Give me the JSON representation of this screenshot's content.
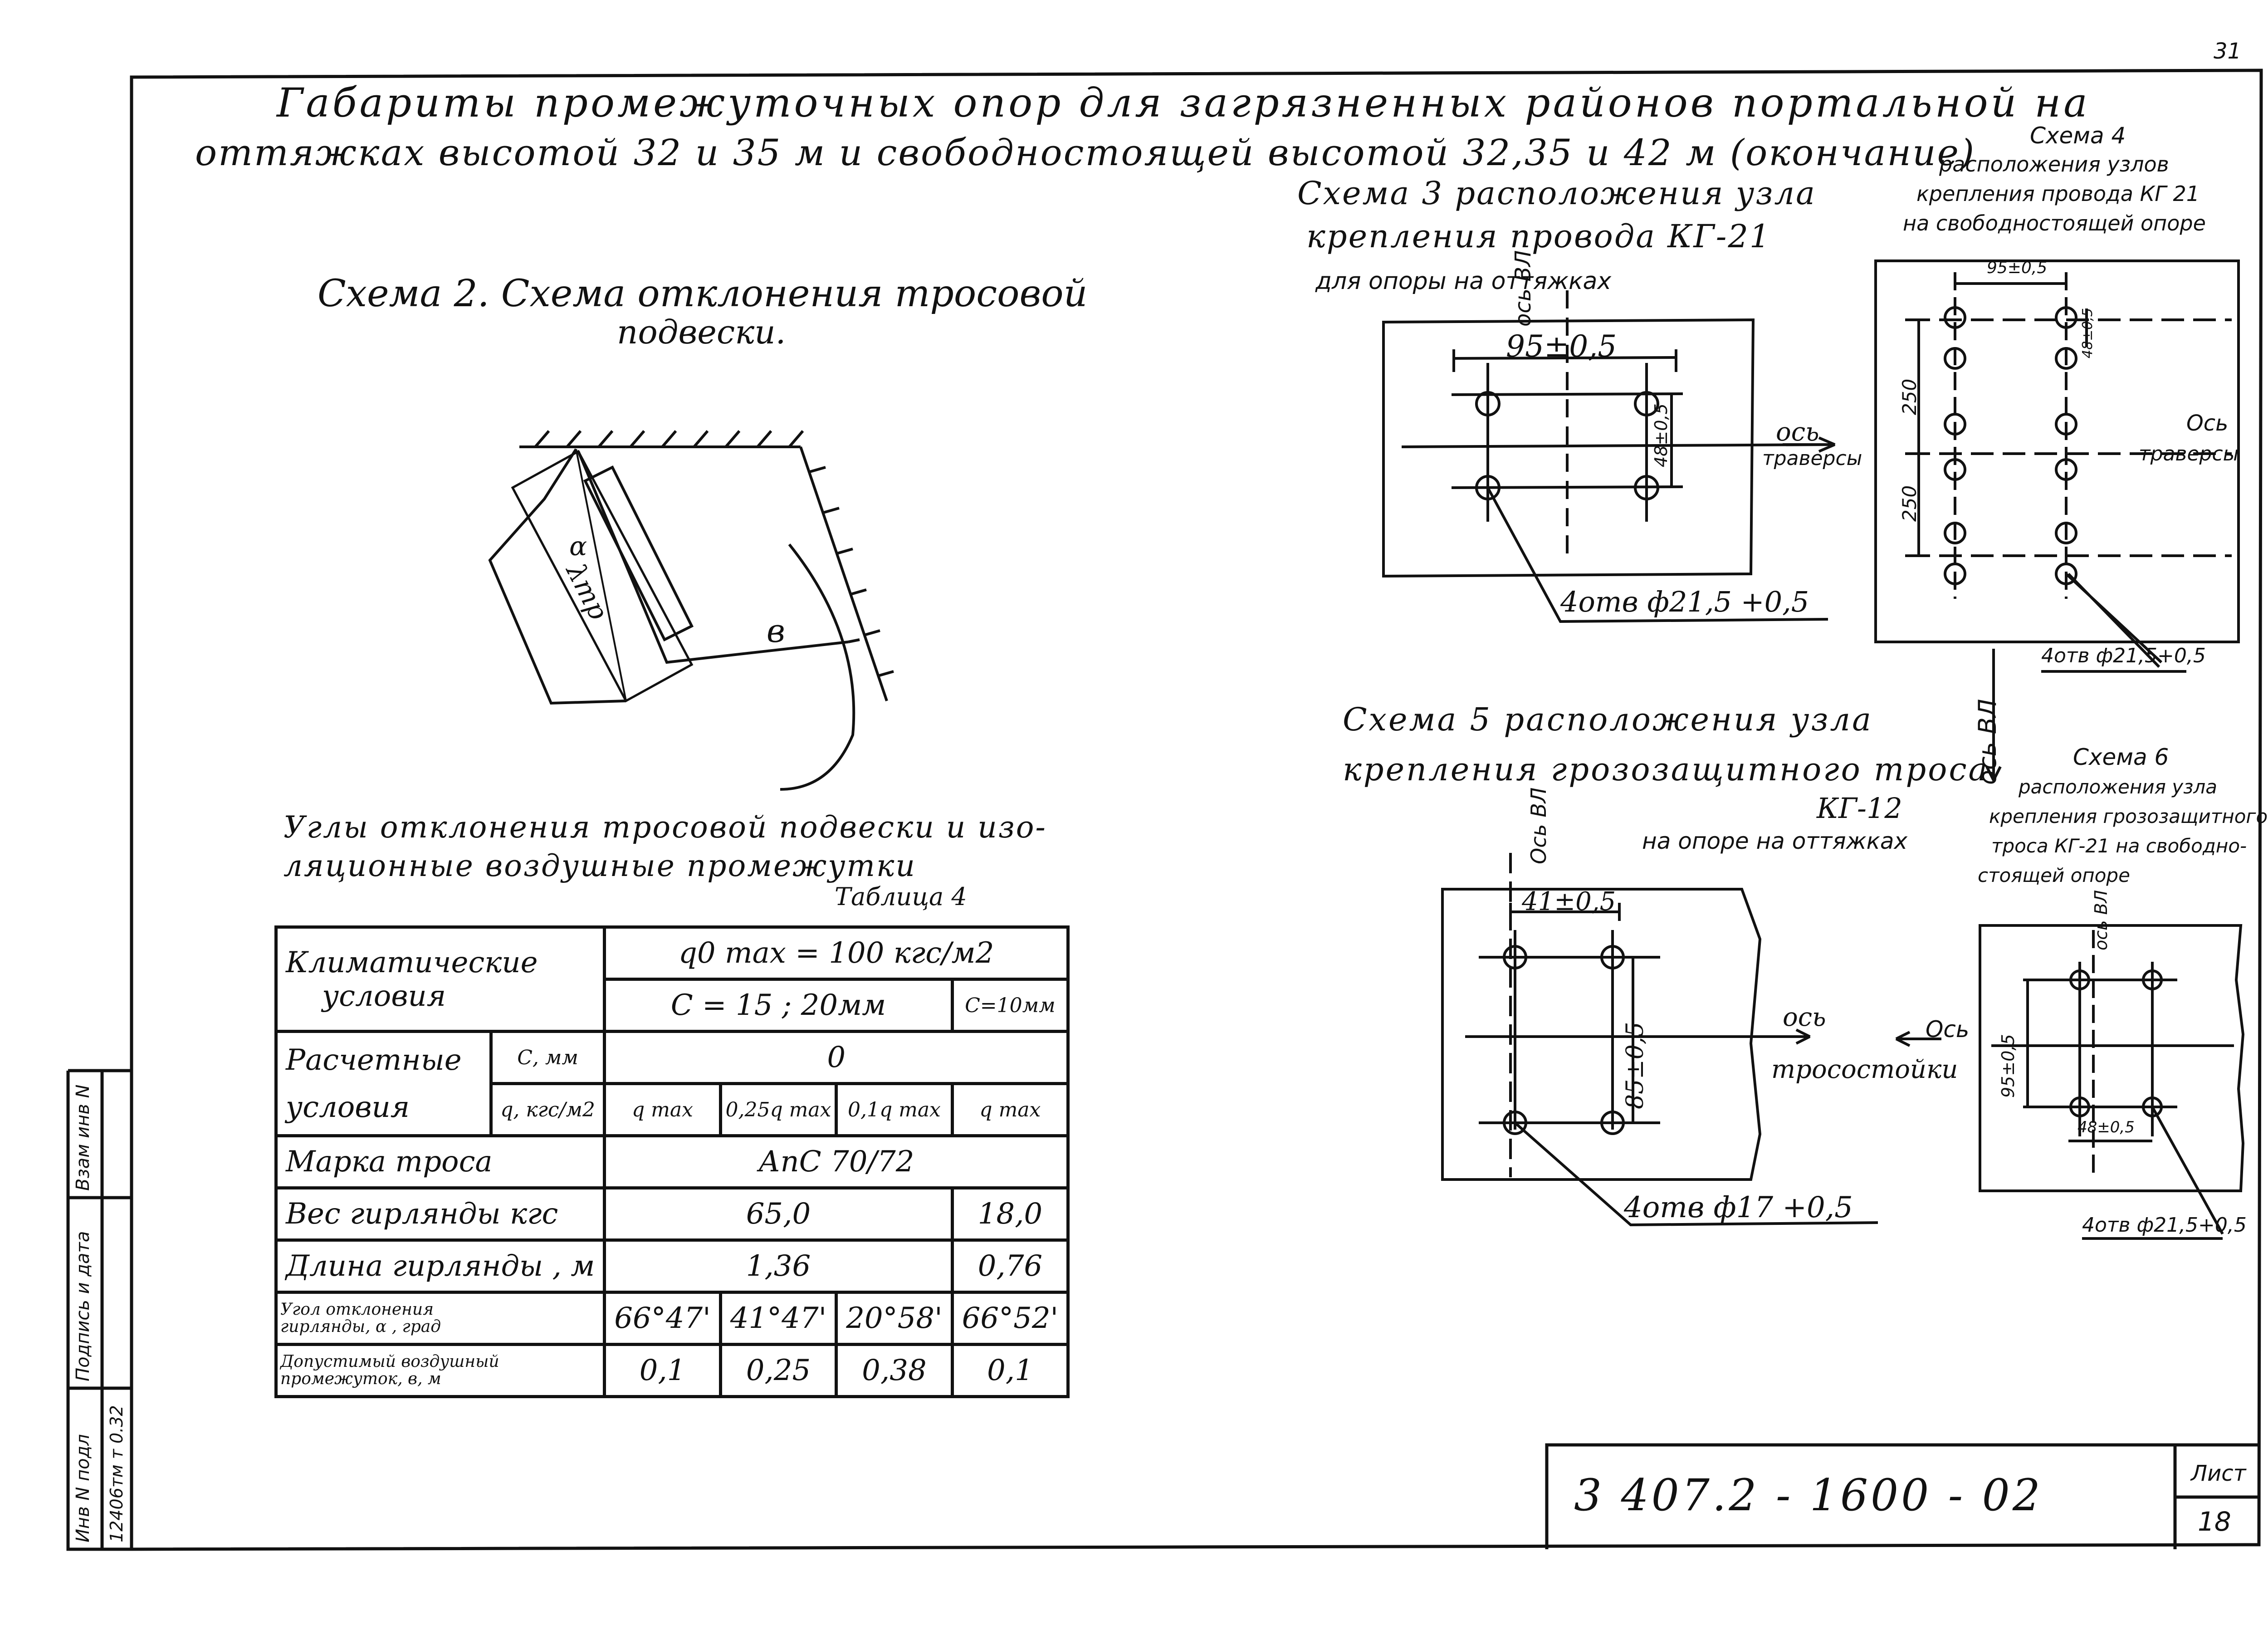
{
  "page": {
    "corner_number": "31",
    "title_line1": "Габариты промежуточных опор для загрязненных районов портальной на",
    "title_line2": "оттяжках высотой 32 и 35 м и свободностоящей высотой 32,35 и 42 м (окончание)"
  },
  "scheme2": {
    "title": "Схема 2. Схема отклонения тросовой",
    "title_cont": "подвески.",
    "label_alpha": "α",
    "label_lambda": "λтр",
    "label_b": "в"
  },
  "scheme3": {
    "title1": "Схема 3 расположения узла",
    "title2": "крепления провода КГ-21",
    "subtitle": "для опоры на оттяжках",
    "axis_vl": "ось ВЛ",
    "dim_95": "95±0,5",
    "dim_48": "48±0,5",
    "axis_traverse": "ось",
    "axis_traverse2": "траверсы",
    "holes": "4отв ф21,5 +0,5"
  },
  "scheme4": {
    "title1": "Схема 4",
    "title2": "расположения узлов",
    "title3": "крепления провода КГ 21",
    "title4": "на свободностоящей опоре",
    "dim_95": "95±0,5",
    "dim_48": "48±0,5",
    "dim_250a": "250",
    "dim_250b": "250",
    "axis_traverse": "Ось",
    "axis_traverse2": "траверсы",
    "holes": "4отв ф21,5+0,5",
    "axis_vl": "ось ВЛ"
  },
  "scheme5": {
    "title1": "Схема 5 расположения узла",
    "title2": "крепления грозозащитного троса",
    "title3": "КГ-12",
    "subtitle": "на опоре на оттяжках",
    "axis_vl": "Ось ВЛ",
    "dim_41": "41±0,5",
    "dim_85": "85±0,5",
    "axis_label": "ось",
    "axis_label2": "тросостойки",
    "holes": "4отв ф17 +0,5"
  },
  "scheme6": {
    "title1": "Схема 6",
    "title2": "расположения узла",
    "title3": "крепления грозозащитного",
    "title4": "троса КГ-21 на свободно-",
    "title5": "стоящей опоре",
    "axis_vl": "ось ВЛ",
    "axis_label": "Ось",
    "dim_95": "95±0,5",
    "dim_48": "48±0,5",
    "holes": "4отв ф21,5+0,5"
  },
  "table4": {
    "caption1": "Углы отклонения тросовой подвески и изо-",
    "caption2": "ляционные воздушные промежутки",
    "caption3": "Таблица 4",
    "r1": {
      "label1": "Климатические",
      "label2": "условия",
      "q": "q0 max = 100 кгс/м2",
      "c1": "С = 15 ; 20мм",
      "c2": "С=10мм"
    },
    "r2": {
      "label1": "Расчетные",
      "label2": "условия",
      "unit1": "С, мм",
      "unit2": "q, кгс/м2",
      "zero": "0",
      "v1": "q max",
      "v2": "0,25q max",
      "v3": "0,1q max",
      "v4": "q max"
    },
    "r3": {
      "label": "Марка троса",
      "value": "АпС 70/72"
    },
    "r4": {
      "label": "Вес гирлянды кгс",
      "v1": "65,0",
      "v2": "18,0"
    },
    "r5": {
      "label": "Длина гирлянды , м",
      "v1": "1,36",
      "v2": "0,76"
    },
    "r6": {
      "label1": "Угол отклонения",
      "label2": "гирлянды, α , град",
      "v1": "66°47'",
      "v2": "41°47'",
      "v3": "20°58'",
      "v4": "66°52'"
    },
    "r7": {
      "label1": "Допустимый воздушный",
      "label2": "промежуток, в, м",
      "v1": "0,1",
      "v2": "0,25",
      "v3": "0,38",
      "v4": "0,1"
    }
  },
  "side_stamp": {
    "c1": "Инв N подл",
    "c2": "12406тм т 0.32",
    "c3": "Подпись и дата",
    "c4": "Взам инв N"
  },
  "title_block": {
    "code": "3 407.2 - 1600 - 02",
    "sheet_label": "Лист",
    "sheet_no": "18"
  }
}
